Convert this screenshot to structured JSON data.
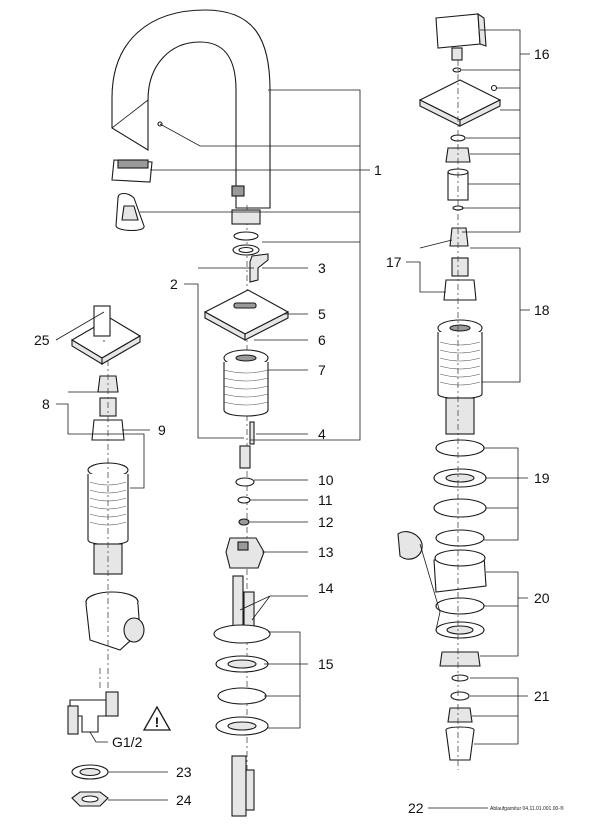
{
  "callouts": [
    {
      "id": "c1",
      "text": "1"
    },
    {
      "id": "c2",
      "text": "2"
    },
    {
      "id": "c3",
      "text": "3"
    },
    {
      "id": "c4",
      "text": "4"
    },
    {
      "id": "c5",
      "text": "5"
    },
    {
      "id": "c6",
      "text": "6"
    },
    {
      "id": "c7",
      "text": "7"
    },
    {
      "id": "c8",
      "text": "8"
    },
    {
      "id": "c9",
      "text": "9"
    },
    {
      "id": "c10",
      "text": "10"
    },
    {
      "id": "c11",
      "text": "11"
    },
    {
      "id": "c12",
      "text": "12"
    },
    {
      "id": "c13",
      "text": "13"
    },
    {
      "id": "c14",
      "text": "14"
    },
    {
      "id": "c15",
      "text": "15"
    },
    {
      "id": "c16",
      "text": "16"
    },
    {
      "id": "c17",
      "text": "17"
    },
    {
      "id": "c18",
      "text": "18"
    },
    {
      "id": "c19",
      "text": "19"
    },
    {
      "id": "c20",
      "text": "20"
    },
    {
      "id": "c21",
      "text": "21"
    },
    {
      "id": "c22",
      "text": "22"
    },
    {
      "id": "c23",
      "text": "23"
    },
    {
      "id": "c24",
      "text": "24"
    },
    {
      "id": "c25",
      "text": "25"
    }
  ],
  "thread_label": "G1/2",
  "drain_note": "Ablaufgarnitur 04.11.01.001.00-®",
  "warning_glyph": "!",
  "icons": [
    "warning-triangle-icon"
  ],
  "colors": {
    "line": "#1a1a1a",
    "part_fill": "#ffffff",
    "shade": "#e6e6e6",
    "dark": "#9a9a9a"
  }
}
